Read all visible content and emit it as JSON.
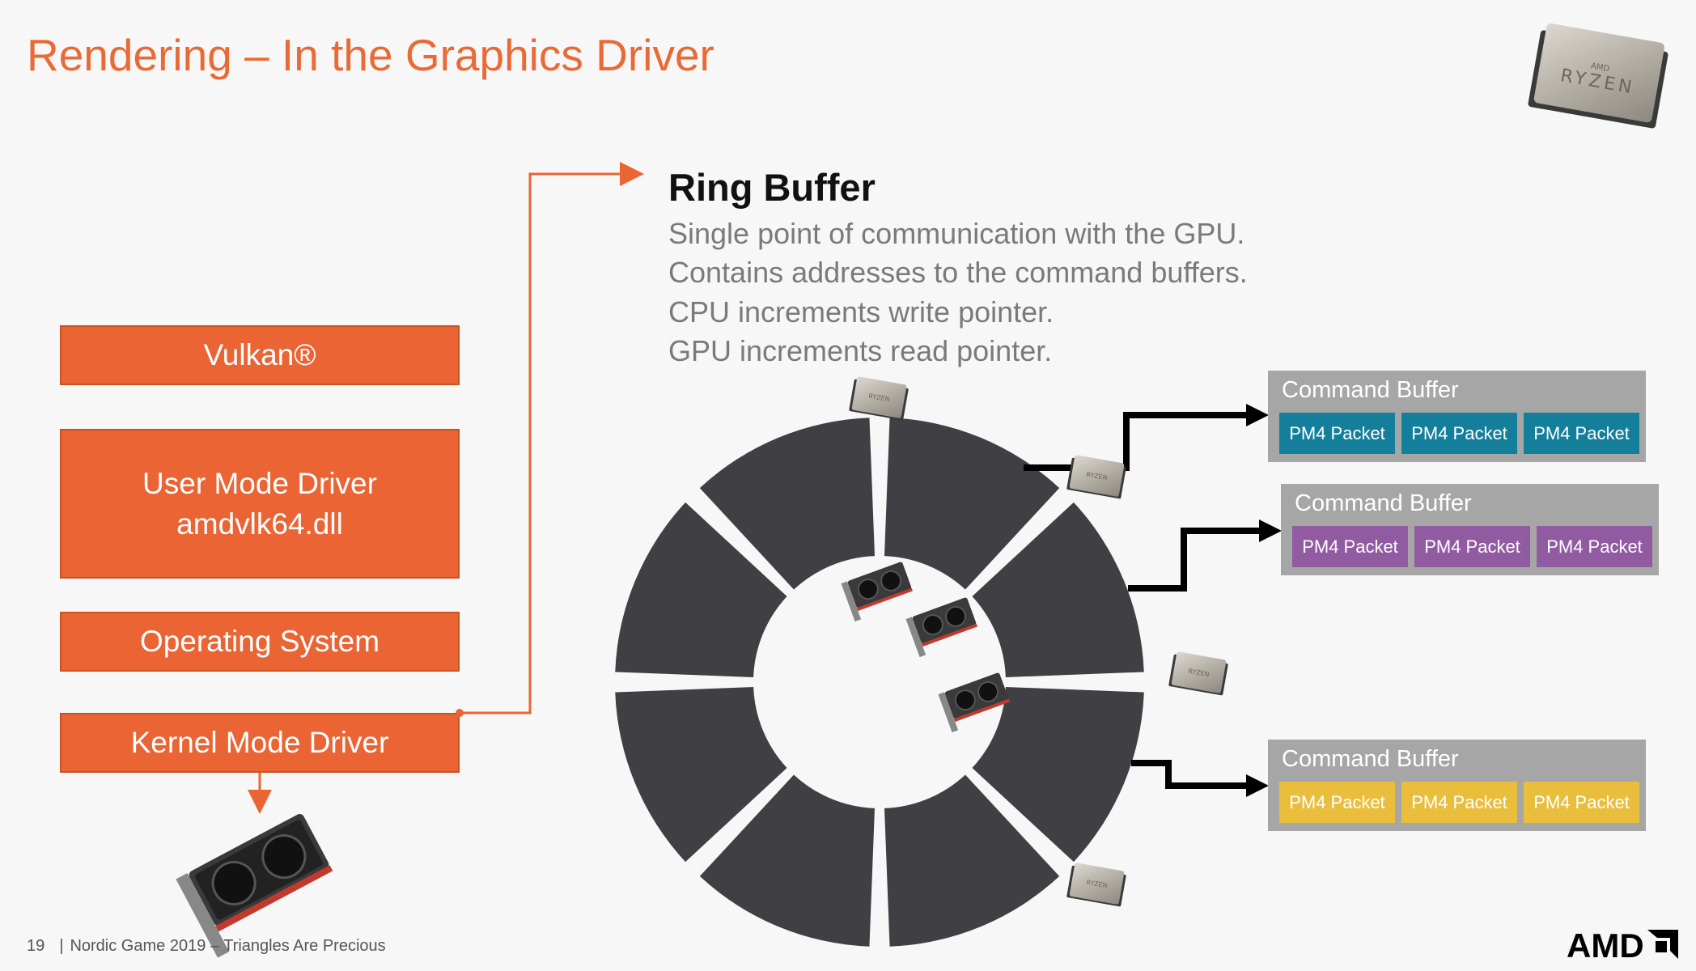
{
  "title": "Rendering – In the Graphics Driver",
  "stack": {
    "vulkan": "Vulkan®",
    "umd_line1": "User Mode Driver",
    "umd_line2": "amdvlk64.dll",
    "os": "Operating System",
    "kmd": "Kernel Mode Driver"
  },
  "ring_buffer": {
    "title": "Ring Buffer",
    "lines": [
      "Single point of communication with the GPU.",
      "Contains addresses to the command buffers.",
      "CPU increments write pointer.",
      "GPU increments read pointer."
    ]
  },
  "command_buffers": [
    {
      "title": "Command Buffer",
      "packets": [
        "PM4 Packet",
        "PM4 Packet",
        "PM4 Packet"
      ],
      "color": "#137f9b"
    },
    {
      "title": "Command Buffer",
      "packets": [
        "PM4 Packet",
        "PM4 Packet",
        "PM4 Packet"
      ],
      "color": "#915ba1"
    },
    {
      "title": "Command Buffer",
      "packets": [
        "PM4 Packet",
        "PM4 Packet",
        "PM4 Packet"
      ],
      "color": "#e9be3d"
    }
  ],
  "footer": {
    "page_number": "19",
    "text": "Nordic Game 2019 – Triangles Are Precious"
  },
  "logo": "AMD",
  "chip_label": "RYZEN",
  "chip_brand": "AMD",
  "icons": [
    "ryzen-cpu-icon",
    "radeon-gpu-card-icon"
  ],
  "colors": {
    "accent": "#ea6434",
    "ring_segment": "#3f3f44"
  }
}
